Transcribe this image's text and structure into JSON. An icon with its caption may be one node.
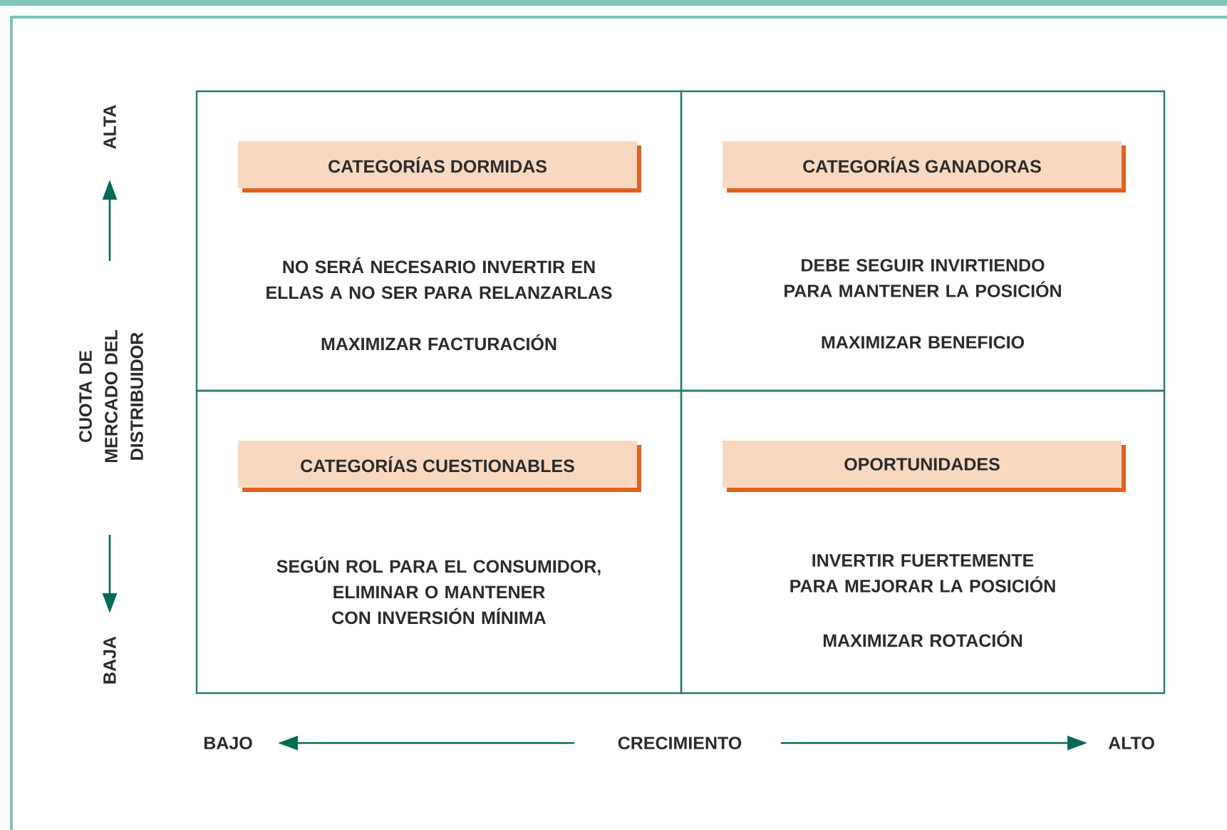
{
  "diagram": {
    "nodes": [
      {
        "text": [
          "NO SERÁ NECESARIO INVERTIR EN ELLAS A NO SER PARA RELANZARLAS",
          "MAXIMIZAR FACTURACIÓN"
        ]
      },
      {
        "text": [
          "CATEGORÍAS DORMIDAS"
        ],
        "in": 0
      },
      {
        "text": [
          "DEBE SEGUIR INVIRTIENDO PARA MANTENER LA POSICIÓN",
          "MAXIMIZAR BENEFICIO"
        ]
      },
      {
        "text": [
          "CATEGORÍAS GANADORAS"
        ],
        "in": 2
      },
      {
        "text": [
          "SEGÚN ROL PARA EL CONSUMIDOR, ELIMINAR O MANTENER CON INVERSIÓN MÍNIMA"
        ]
      },
      {
        "text": [
          "CATEGORÍAS CUESTIONABLES"
        ],
        "in": 4
      },
      {
        "text": [
          "INVERTIR FUERTEMENTE PARA MEJORAR LA POSICIÓN",
          "MAXIMIZAR ROTACIÓN"
        ]
      },
      {
        "text": [
          "OPORTUNIDADES"
        ],
        "in": 6
      }
    ],
    "edges": [],
    "labels": [
      "ALTA",
      "CUOTA DE MERCADO DEL DISTRIBUIDOR",
      "BAJA",
      "BAJO",
      "CRECIMIENTO",
      "ALTO"
    ]
  }
}
